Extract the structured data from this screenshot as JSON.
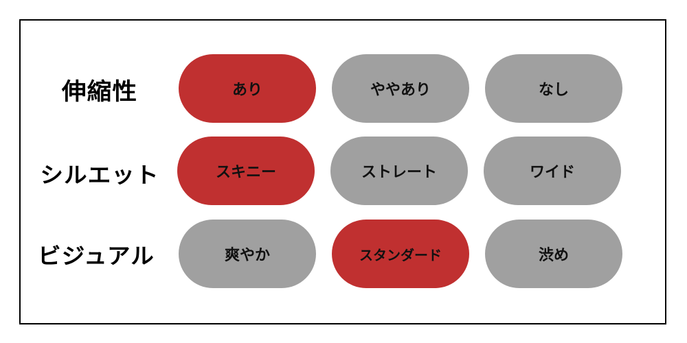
{
  "colors": {
    "selected": "#c03030",
    "unselected": "#a0a0a0"
  },
  "rows": [
    {
      "label": "伸縮性",
      "options": [
        {
          "text": "あり",
          "selected": true
        },
        {
          "text": "ややあり",
          "selected": false
        },
        {
          "text": "なし",
          "selected": false
        }
      ]
    },
    {
      "label": "シルエット",
      "options": [
        {
          "text": "スキニー",
          "selected": true
        },
        {
          "text": "ストレート",
          "selected": false
        },
        {
          "text": "ワイド",
          "selected": false
        }
      ]
    },
    {
      "label": "ビジュアル",
      "options": [
        {
          "text": "爽やか",
          "selected": false
        },
        {
          "text": "スタンダード",
          "selected": true
        },
        {
          "text": "渋め",
          "selected": false
        }
      ]
    }
  ]
}
